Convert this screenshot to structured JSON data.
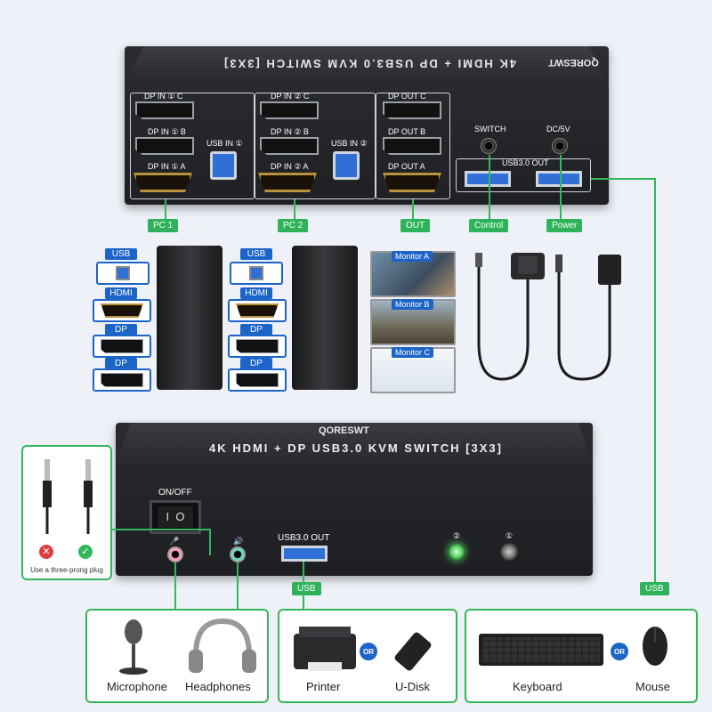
{
  "top_device": {
    "title": "4K HDMI + DP USB3.0 KVM SWITCH",
    "model": "3X3",
    "brand": "QORESWT",
    "groups": [
      {
        "ports": [
          "DP IN ① C",
          "DP IN ① B",
          "DP IN ① A"
        ],
        "usb": "USB IN ①",
        "tag": "PC 1"
      },
      {
        "ports": [
          "DP IN ② C",
          "DP IN ② B",
          "DP IN ② A"
        ],
        "usb": "USB IN ②",
        "tag": "PC 2"
      },
      {
        "ports": [
          "DP OUT C",
          "DP OUT B",
          "DP OUT A"
        ],
        "tag": "OUT"
      }
    ],
    "switch_label": "SWITCH",
    "dc_label": "DC/5V",
    "usb_out_label": "USB3.0 OUT",
    "control_tag": "Control",
    "power_tag": "Power"
  },
  "pc_connections": {
    "usb": "USB",
    "hdmi": "HDMI",
    "dp": "DP"
  },
  "monitors": [
    "Monitor A",
    "Monitor B",
    "Monitor C"
  ],
  "bottom_device": {
    "title": "4K HDMI + DP USB3.0 KVM SWITCH",
    "model": "3X3",
    "brand": "QORESWT",
    "on_off": "ON/OFF",
    "usb_out_label": "USB3.0 OUT",
    "led_labels": [
      "②",
      "①"
    ],
    "mic_icon": "🎤",
    "speaker_icon": "🔊"
  },
  "plug_note": "Use a three-prong plug",
  "usb_tag": "USB",
  "usb_tag_right": "USB",
  "peripherals": {
    "audio": [
      "Microphone",
      "Headphones"
    ],
    "storage": [
      "Printer",
      "U-Disk"
    ],
    "input": [
      "Keyboard",
      "Mouse"
    ],
    "or": "OR"
  },
  "colors": {
    "accent_green": "#34b65c",
    "accent_blue": "#1d64c8",
    "device": "#232428"
  }
}
